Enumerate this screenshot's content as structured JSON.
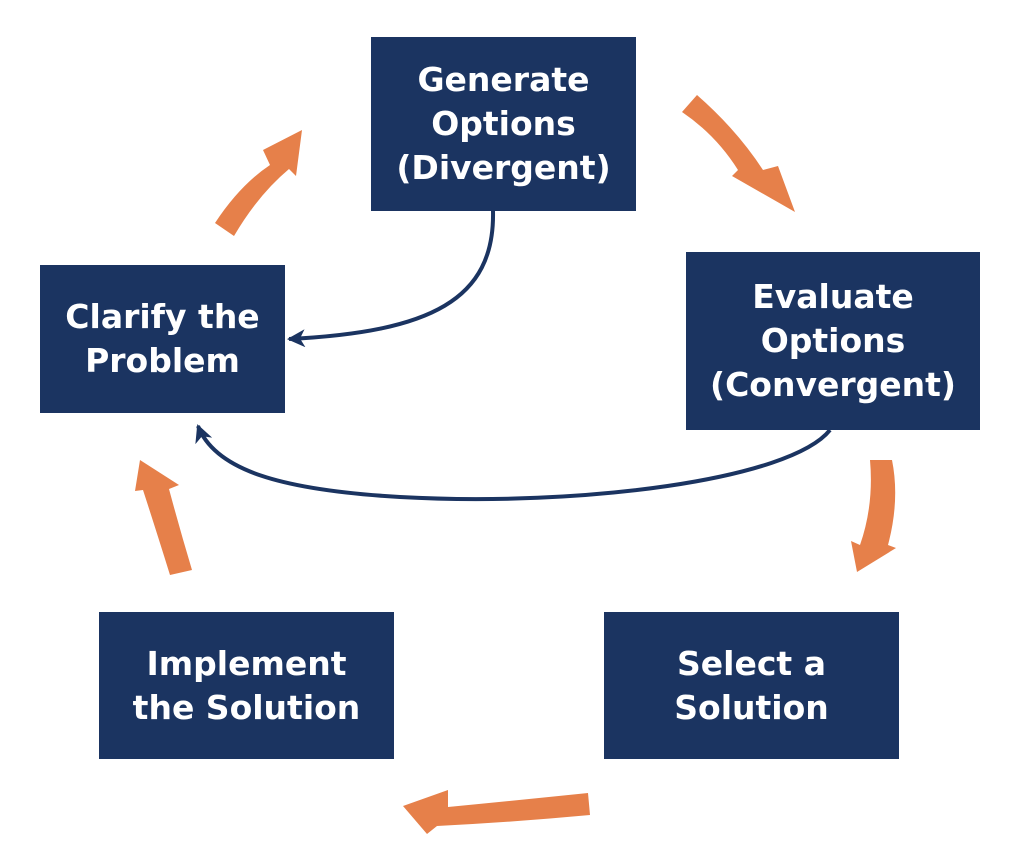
{
  "colors": {
    "box_fill": "#1b3461",
    "cycle_arrow": "#e6804a",
    "feedback_arrow": "#1b3461",
    "text": "#ffffff"
  },
  "steps": {
    "generate": [
      "Generate",
      "Options",
      "(Divergent)"
    ],
    "evaluate": [
      "Evaluate",
      "Options",
      "(Convergent)"
    ],
    "select": [
      "Select a",
      "Solution"
    ],
    "implement": [
      "Implement",
      "the Solution"
    ],
    "clarify": [
      "Clarify the",
      "Problem"
    ]
  }
}
